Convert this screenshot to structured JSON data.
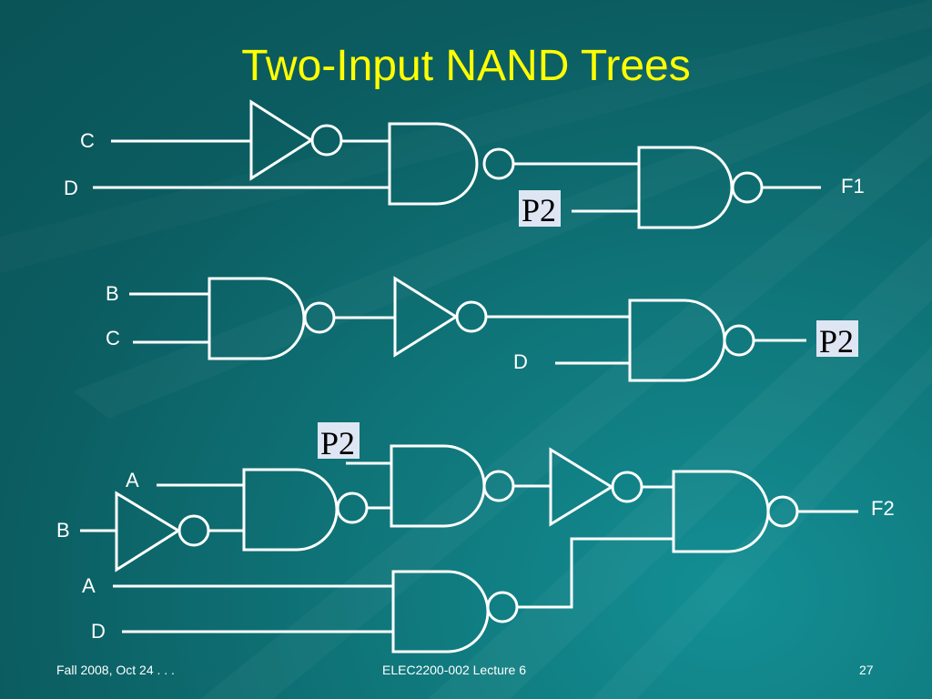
{
  "slide": {
    "title": "Two-Input NAND Trees",
    "footer_left": "Fall 2008, Oct 24 . . .",
    "footer_center": "ELEC2200-002 Lecture 6",
    "footer_right": "27"
  },
  "colors": {
    "background": "#0f7478",
    "title": "#ffff00",
    "lines": "#ffffff",
    "badge": "#dfe6f3"
  },
  "circuit1": {
    "input_c": "C",
    "input_d": "D",
    "output": "F1",
    "badge": "P2"
  },
  "circuit2": {
    "input_b": "B",
    "input_c": "C",
    "input_d": "D",
    "badge": "P2"
  },
  "circuit3": {
    "badge": "P2",
    "input_a_top": "A",
    "input_b": "B",
    "input_a_bottom": "A",
    "input_d": "D",
    "output": "F2"
  }
}
